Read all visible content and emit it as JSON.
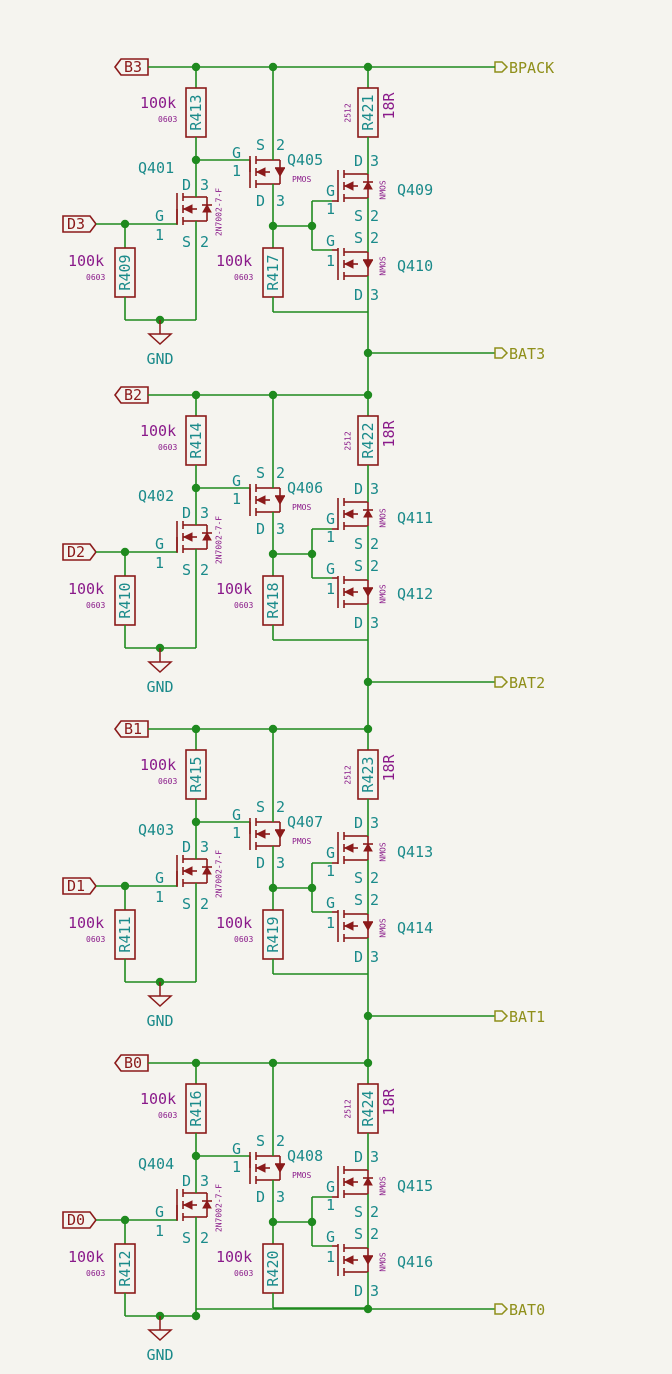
{
  "colors": {
    "wire": "#1f8a1f",
    "device": "#8b1a1a",
    "reference": "#1a8a8a",
    "value": "#8a1a8a",
    "port": "#8f8f1a",
    "background": "#f5f4ef"
  },
  "ground_label": "GND",
  "output_ports": [
    "BPACK",
    "BAT3",
    "BAT2",
    "BAT1",
    "BAT0"
  ],
  "gate_pins": {
    "g": "G",
    "d": "D",
    "s": "S",
    "one": "1",
    "two": "2",
    "three": "3"
  },
  "stages": [
    {
      "bus": "B3",
      "drive": "D3",
      "q_nfet": "Q401",
      "nfet_part": "2N7002-7-F",
      "r_gate_ref": "R409",
      "r_gate_val": "100k",
      "r_gate_pkg": "0603",
      "r_top_ref": "R413",
      "r_top_val": "100k",
      "r_top_pkg": "0603",
      "q_pmos": "Q405",
      "pmos_type": "PMOS",
      "r_pmos_ref": "R417",
      "r_pmos_val": "100k",
      "r_pmos_pkg": "0603",
      "r_bleed_ref": "R421",
      "r_bleed_val": "18R",
      "r_bleed_pkg": "2512",
      "q_n_top": "Q409",
      "q_n_bot": "Q410",
      "nmos_type": "NMOS"
    },
    {
      "bus": "B2",
      "drive": "D2",
      "q_nfet": "Q402",
      "nfet_part": "2N7002-7-F",
      "r_gate_ref": "R410",
      "r_gate_val": "100k",
      "r_gate_pkg": "0603",
      "r_top_ref": "R414",
      "r_top_val": "100k",
      "r_top_pkg": "0603",
      "q_pmos": "Q406",
      "pmos_type": "PMOS",
      "r_pmos_ref": "R418",
      "r_pmos_val": "100k",
      "r_pmos_pkg": "0603",
      "r_bleed_ref": "R422",
      "r_bleed_val": "18R",
      "r_bleed_pkg": "2512",
      "q_n_top": "Q411",
      "q_n_bot": "Q412",
      "nmos_type": "NMOS"
    },
    {
      "bus": "B1",
      "drive": "D1",
      "q_nfet": "Q403",
      "nfet_part": "2N7002-7-F",
      "r_gate_ref": "R411",
      "r_gate_val": "100k",
      "r_gate_pkg": "0603",
      "r_top_ref": "R415",
      "r_top_val": "100k",
      "r_top_pkg": "0603",
      "q_pmos": "Q407",
      "pmos_type": "PMOS",
      "r_pmos_ref": "R419",
      "r_pmos_val": "100k",
      "r_pmos_pkg": "0603",
      "r_bleed_ref": "R423",
      "r_bleed_val": "18R",
      "r_bleed_pkg": "2512",
      "q_n_top": "Q413",
      "q_n_bot": "Q414",
      "nmos_type": "NMOS"
    },
    {
      "bus": "B0",
      "drive": "D0",
      "q_nfet": "Q404",
      "nfet_part": "2N7002-7-F",
      "r_gate_ref": "R412",
      "r_gate_val": "100k",
      "r_gate_pkg": "0603",
      "r_top_ref": "R416",
      "r_top_val": "100k",
      "r_top_pkg": "0603",
      "q_pmos": "Q408",
      "pmos_type": "PMOS",
      "r_pmos_ref": "R420",
      "r_pmos_val": "100k",
      "r_pmos_pkg": "0603",
      "r_bleed_ref": "R424",
      "r_bleed_val": "18R",
      "r_bleed_pkg": "2512",
      "q_n_top": "Q415",
      "q_n_bot": "Q416",
      "nmos_type": "NMOS"
    }
  ]
}
